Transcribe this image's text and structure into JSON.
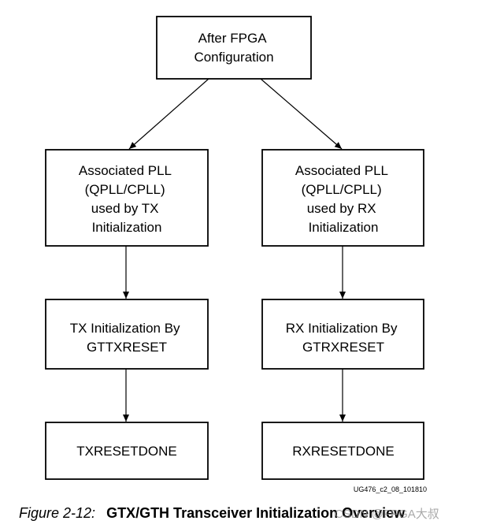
{
  "diagram": {
    "nodes": {
      "after_fpga": {
        "lines": [
          "After FPGA",
          "Configuration"
        ]
      },
      "tx_pll": {
        "lines": [
          "Associated PLL",
          "(QPLL/CPLL)",
          "used by TX",
          "Initialization"
        ]
      },
      "rx_pll": {
        "lines": [
          "Associated PLL",
          "(QPLL/CPLL)",
          "used by RX",
          "Initialization"
        ]
      },
      "tx_init": {
        "lines": [
          "TX Initialization By",
          "GTTXRESET"
        ]
      },
      "rx_init": {
        "lines": [
          "RX Initialization By",
          "GTRXRESET"
        ]
      },
      "tx_done": {
        "lines": [
          "TXRESETDONE"
        ]
      },
      "rx_done": {
        "lines": [
          "RXRESETDONE"
        ]
      }
    },
    "edges": [
      {
        "from": "after_fpga",
        "to": "tx_pll"
      },
      {
        "from": "after_fpga",
        "to": "rx_pll"
      },
      {
        "from": "tx_pll",
        "to": "tx_init"
      },
      {
        "from": "rx_pll",
        "to": "rx_init"
      },
      {
        "from": "tx_init",
        "to": "tx_done"
      },
      {
        "from": "rx_init",
        "to": "rx_done"
      }
    ],
    "figure_id": "UG476_c2_08_101810"
  },
  "caption": {
    "label": "Figure 2-12:",
    "title": "GTX/GTH Transceiver Initialization Overview"
  },
  "watermark": "CSDN @FPGA大叔"
}
